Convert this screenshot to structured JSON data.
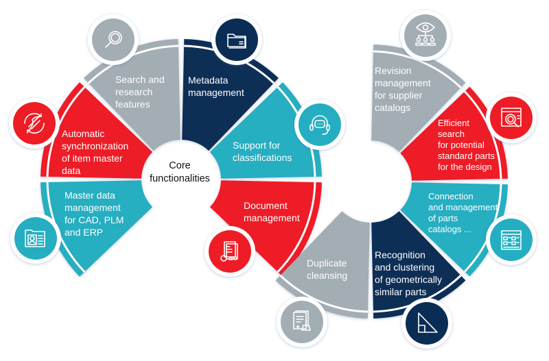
{
  "title": [
    "Core",
    "functionalities"
  ],
  "colors": {
    "gray": "#a3adb4",
    "navy": "#0a2d55",
    "teal": "#25aec1",
    "red": "#ee1c25"
  },
  "segments": [
    {
      "id": "search",
      "lines": [
        "Search and",
        "research",
        "features"
      ],
      "color": "gray",
      "icon": "magnifier-icon"
    },
    {
      "id": "metadata",
      "lines": [
        "Metadata",
        "management"
      ],
      "color": "navy",
      "icon": "folder-icon"
    },
    {
      "id": "support",
      "lines": [
        "Support for",
        "classifications"
      ],
      "color": "teal",
      "icon": "headset-chat-icon"
    },
    {
      "id": "document",
      "lines": [
        "Document",
        "management"
      ],
      "color": "red",
      "icon": "documents-gear-icon"
    },
    {
      "id": "master",
      "lines": [
        "Master data",
        "management",
        "for CAD, PLM",
        "and ERP"
      ],
      "color": "teal",
      "icon": "id-card-icon"
    },
    {
      "id": "autosync",
      "lines": [
        "Automatic",
        "synchronization",
        "of item master",
        "data"
      ],
      "color": "red",
      "icon": "sync-dna-icon"
    },
    {
      "id": "revision",
      "lines": [
        "Revision",
        "management",
        "for supplier",
        "catalogs"
      ],
      "color": "gray",
      "icon": "eye-hierarchy-icon"
    },
    {
      "id": "efficient",
      "lines": [
        "Efficient",
        "search",
        "for potential",
        "standard parts",
        "for the design"
      ],
      "color": "red",
      "icon": "browser-search-icon"
    },
    {
      "id": "connection",
      "lines": [
        "Connection",
        "and management",
        "of parts",
        "catalogs ..."
      ],
      "color": "teal",
      "icon": "catalog-grid-icon"
    },
    {
      "id": "recognition",
      "lines": [
        "Recognition",
        "and clustering",
        "of geometrically",
        "similar parts"
      ],
      "color": "navy",
      "icon": "triangle-ruler-icon"
    },
    {
      "id": "duplicate",
      "lines": [
        "Duplicate",
        "cleansing"
      ],
      "color": "gray",
      "icon": "document-broom-icon"
    }
  ]
}
